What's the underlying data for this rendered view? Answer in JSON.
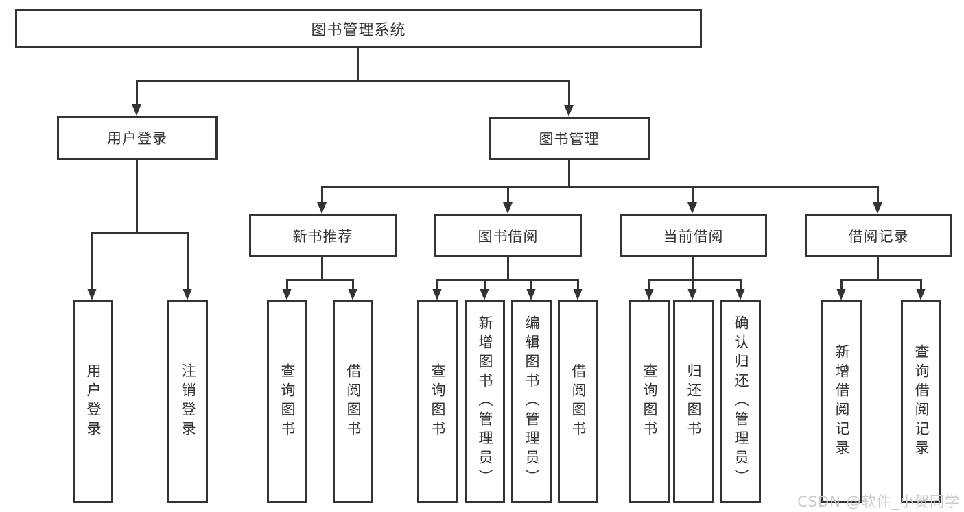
{
  "diagram": {
    "root": {
      "label": "图书管理系统"
    },
    "level2": [
      {
        "id": "user-login",
        "label": "用户登录"
      },
      {
        "id": "book-management",
        "label": "图书管理"
      }
    ],
    "level3": [
      {
        "id": "new-book-recommendation",
        "parent": "图书管理",
        "label": "新书推荐"
      },
      {
        "id": "book-borrowing",
        "parent": "图书管理",
        "label": "图书借阅"
      },
      {
        "id": "current-borrowing",
        "parent": "图书管理",
        "label": "当前借阅"
      },
      {
        "id": "borrowing-records",
        "parent": "图书管理",
        "label": "借阅记录"
      }
    ],
    "level4": [
      {
        "parent": "用户登录",
        "label": "用户登录"
      },
      {
        "parent": "用户登录",
        "label": "注销登录"
      },
      {
        "parent": "新书推荐",
        "label": "查询图书"
      },
      {
        "parent": "新书推荐",
        "label": "借阅图书"
      },
      {
        "parent": "图书借阅",
        "label": "查询图书"
      },
      {
        "parent": "图书借阅",
        "label": "新增图书（管理员）"
      },
      {
        "parent": "图书借阅",
        "label": "编辑图书（管理员）"
      },
      {
        "parent": "图书借阅",
        "label": "借阅图书"
      },
      {
        "parent": "当前借阅",
        "label": "查询图书"
      },
      {
        "parent": "当前借阅",
        "label": "归还图书"
      },
      {
        "parent": "当前借阅",
        "label": "确认归还（管理员）"
      },
      {
        "parent": "借阅记录",
        "label": "新增借阅记录"
      },
      {
        "parent": "借阅记录",
        "label": "查询借阅记录"
      }
    ],
    "colors": {
      "line": "#333333",
      "box_border": "#333333",
      "box_background": "#ffffff",
      "text": "#333333",
      "watermark": "#c8cbcf",
      "page_background": "#ffffff"
    }
  },
  "watermark": {
    "text": "CSDN @软件_小贺同学"
  }
}
